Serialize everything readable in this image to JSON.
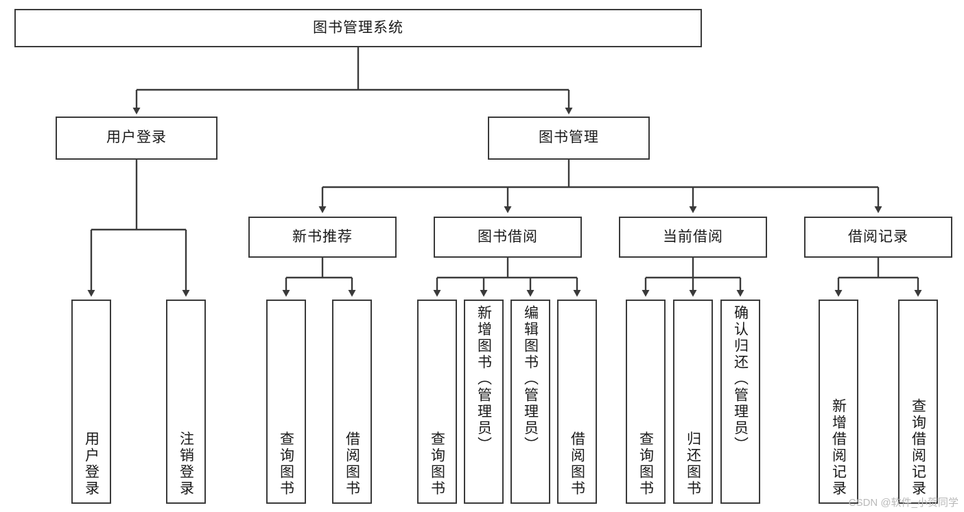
{
  "diagram": {
    "title": "图书管理系统",
    "type": "tree-hierarchy",
    "root": {
      "label": "图书管理系统"
    },
    "level2": [
      {
        "label": "用户登录"
      },
      {
        "label": "图书管理"
      }
    ],
    "level3": [
      {
        "label": "新书推荐"
      },
      {
        "label": "图书借阅"
      },
      {
        "label": "当前借阅"
      },
      {
        "label": "借阅记录"
      }
    ],
    "leaves": {
      "user_login": [
        {
          "label": "用户登录"
        },
        {
          "label": "注销登录"
        }
      ],
      "new_book_recommend": [
        {
          "label": "查询图书"
        },
        {
          "label": "借阅图书"
        }
      ],
      "book_borrow": [
        {
          "label": "查询图书"
        },
        {
          "label": "新增图书（管理员）"
        },
        {
          "label": "编辑图书（管理员）"
        },
        {
          "label": "借阅图书"
        }
      ],
      "current_borrow": [
        {
          "label": "查询图书"
        },
        {
          "label": "归还图书"
        },
        {
          "label": "确认归还（管理员）"
        }
      ],
      "borrow_record": [
        {
          "label": "新增借阅记录"
        },
        {
          "label": "查询借阅记录"
        }
      ]
    }
  },
  "watermark": {
    "text": "CSDN @软件_小贺同学"
  },
  "colors": {
    "box_border": "#3a3a3a",
    "box_fill": "#ffffff",
    "text": "#1a1a1a",
    "connector": "#3a3a3a",
    "watermark": "#b9b9b9"
  }
}
